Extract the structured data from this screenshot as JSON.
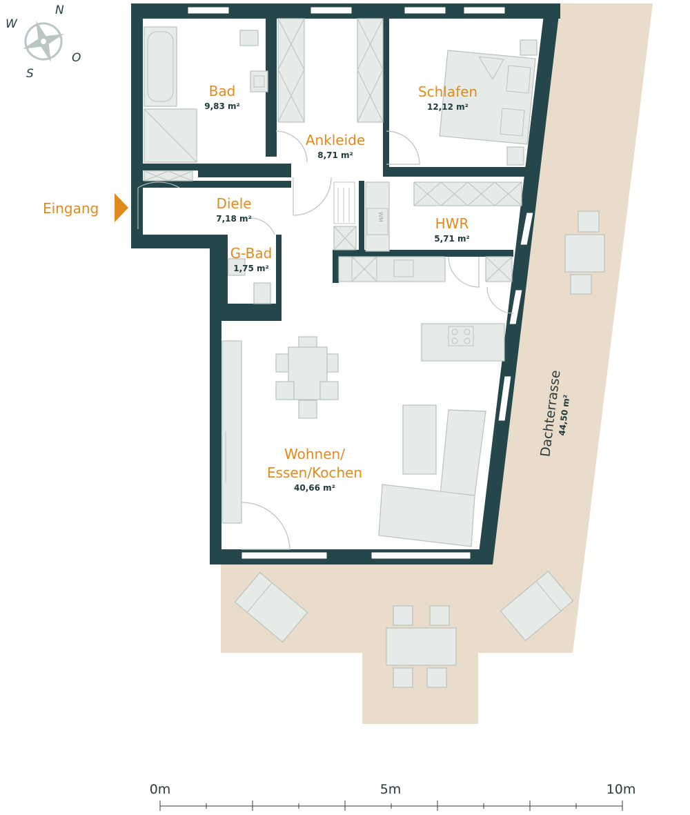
{
  "compass": {
    "north": "N",
    "east": "O",
    "south": "S",
    "west": "W"
  },
  "entrance": {
    "label": "Eingang"
  },
  "rooms": {
    "bad": {
      "name": "Bad",
      "area": "9,83 m²"
    },
    "ankleide": {
      "name": "Ankleide",
      "area": "8,71 m²"
    },
    "schlafen": {
      "name": "Schlafen",
      "area": "12,12 m²"
    },
    "diele": {
      "name": "Diele",
      "area": "7,18 m²"
    },
    "hwr": {
      "name": "HWR",
      "area": "5,71 m²"
    },
    "gbad": {
      "name": "G-Bad",
      "area": "1,75 m²"
    },
    "wohnen": {
      "name_line1": "Wohnen/",
      "name_line2": "Essen/Kochen",
      "area": "40,66 m²"
    },
    "terrasse": {
      "name": "Dachterrasse",
      "area": "44,50 m²"
    }
  },
  "appliance": {
    "washer": "WM"
  },
  "scale": {
    "labels": [
      "0m",
      "5m",
      "10m"
    ]
  },
  "colors": {
    "wall": "#25464a",
    "accent": "#e08a1e",
    "terrace": "#e9dccb",
    "furniture": "#e7ebe7"
  }
}
